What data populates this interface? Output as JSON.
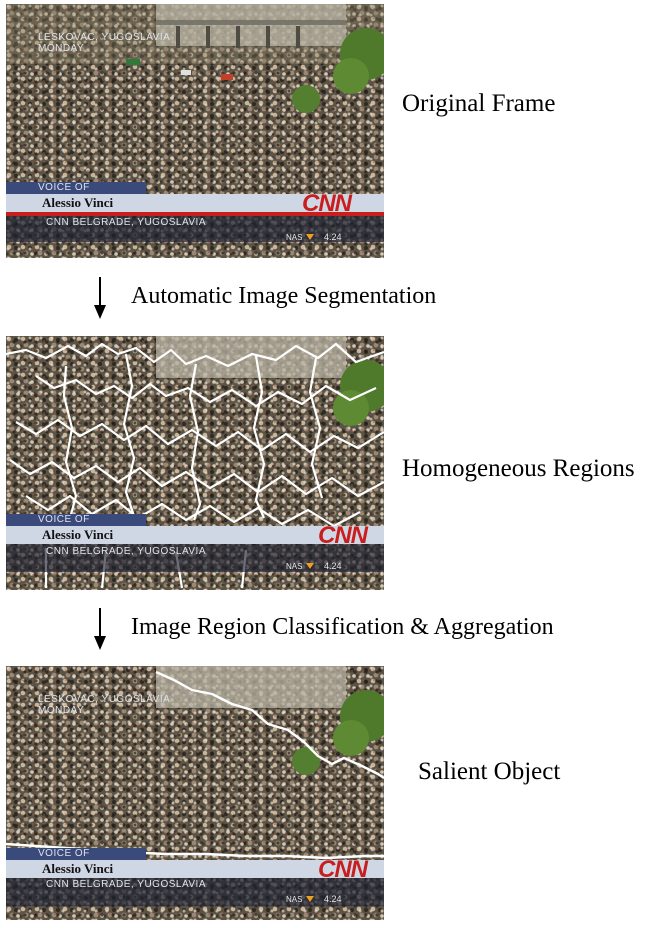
{
  "captions": {
    "frame1": "Original Frame",
    "frame2": "Homogeneous Regions",
    "frame3": "Salient Object"
  },
  "steps": {
    "step1": "Automatic Image Segmentation",
    "step2": "Image Region Classification & Aggregation"
  },
  "overlay": {
    "location_line1": "LESKOVAC, YUGOSLAVIA",
    "location_line2": "MONDAY",
    "voice_of": "VOICE OF",
    "reporter": "Alessio Vinci",
    "network": "CNN",
    "place": "CNN BELGRADE, YUGOSLAVIA",
    "ticker_label": "NAS",
    "ticker_value": "4.24"
  },
  "colors": {
    "lower_third_bar": "#3a4a7a",
    "name_plate": "#cfd6e4",
    "cnn_red": "#c81e1e",
    "segment_line": "#ffffff"
  }
}
